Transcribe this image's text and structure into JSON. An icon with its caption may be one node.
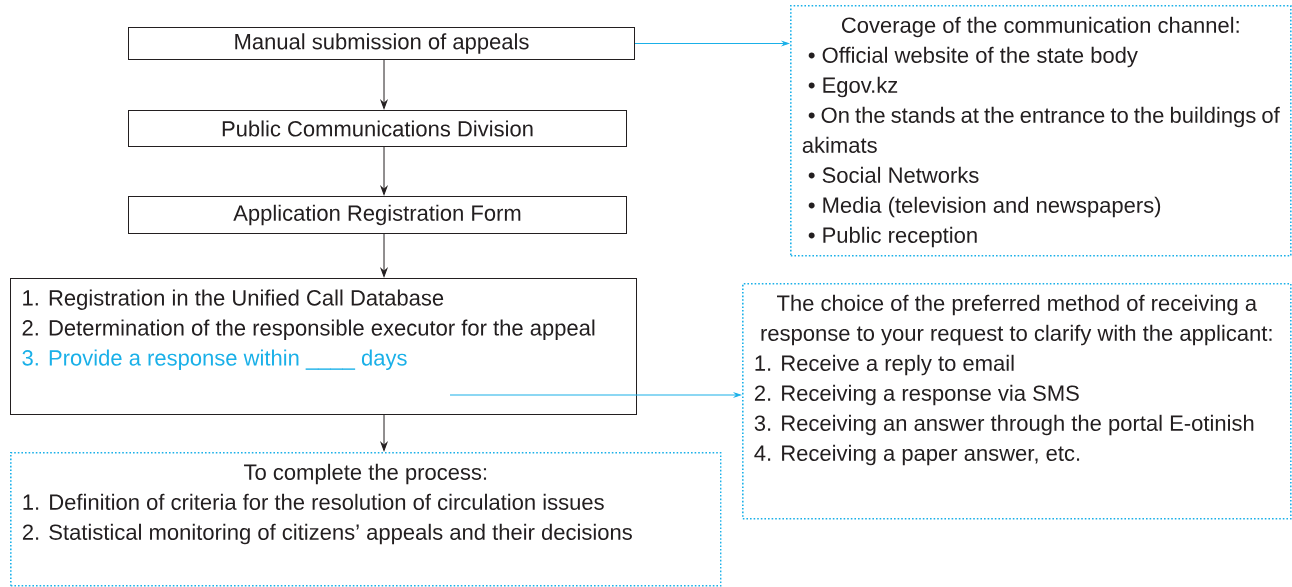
{
  "diagram": {
    "nodes": [
      {
        "text": [
          "Manual submission of appeals"
        ]
      },
      {
        "text": [
          "Public Communications Division"
        ]
      },
      {
        "text": [
          "Application Registration Form"
        ]
      },
      {
        "text": [
          "Coverage of the communication channel:",
          "•  Official website of the state body",
          "•  Egov.kz",
          "•  On the stands at the entrance to the buildings of akimats",
          "•  Social Networks",
          "•  Media (television and newspapers)",
          "•  Public reception"
        ]
      },
      {
        "text": [
          "1. Registration in the Unified Call Database",
          "2. Determination of the responsible executor for the appeal",
          "3. Provide a response within ____ days"
        ]
      },
      {
        "text": [
          "The choice of the preferred method of receiving a response to your request to clarify with the applicant:",
          "1. Receive a reply to email",
          "2. Receiving a response via SMS",
          "3. Receiving an answer through the portal E-otinish",
          "4. Receiving a paper answer, etc."
        ]
      },
      {
        "text": [
          "To complete the process:",
          "1. Definition of criteria for the resolution of circulation issues",
          "2. Statistical monitoring of citizens’ appeals and their decisions"
        ]
      }
    ],
    "edges": [
      {
        "from": 0,
        "to": 1,
        "arrow": "to"
      },
      {
        "from": 1,
        "to": 2,
        "arrow": "to"
      },
      {
        "from": 2,
        "to": 4,
        "arrow": "to"
      },
      {
        "from": 4,
        "to": 6,
        "arrow": "to"
      },
      {
        "from": 0,
        "to": 3,
        "arrow": "to",
        "color": "#1ab0e8"
      },
      {
        "from": 4,
        "to": 5,
        "arrow": "to",
        "color": "#1ab0e8"
      }
    ]
  }
}
